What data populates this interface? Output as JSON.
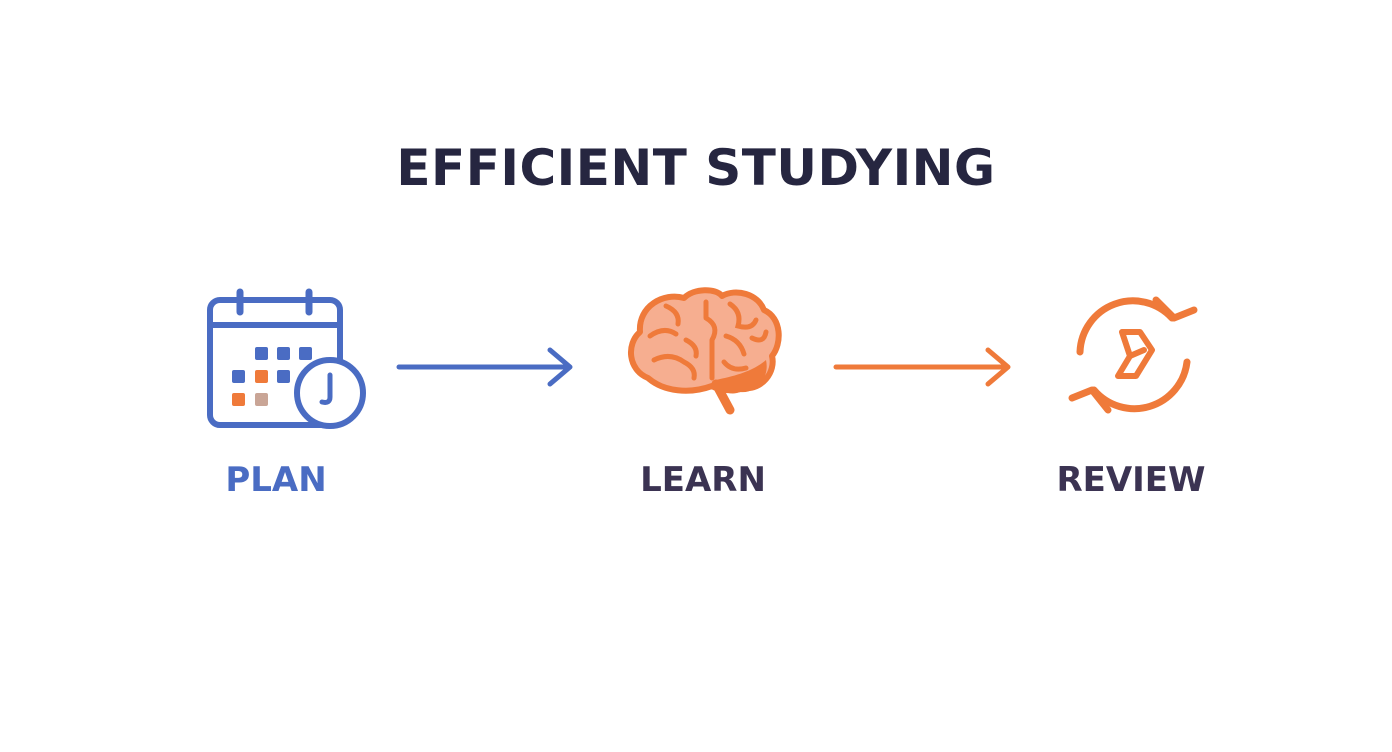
{
  "title": "EFFICIENT STUDYING",
  "colors": {
    "title": "#262640",
    "blue": "#4A6CC3",
    "orange": "#EF7A3A",
    "light_orange": "#F6AE90",
    "brown_muted": "#C9A596",
    "plum": "#3B3352"
  },
  "steps": [
    {
      "label": "PLAN",
      "icon": "calendar-clock-icon",
      "label_color": "#4A6CC3"
    },
    {
      "label": "LEARN",
      "icon": "brain-icon",
      "label_color": "#3B3352"
    },
    {
      "label": "REVIEW",
      "icon": "cycle-arrows-icon",
      "label_color": "#3B3352"
    }
  ],
  "connectors": [
    {
      "from": "PLAN",
      "to": "LEARN",
      "color": "#4A6CC3"
    },
    {
      "from": "LEARN",
      "to": "REVIEW",
      "color": "#EF7A3A"
    }
  ]
}
